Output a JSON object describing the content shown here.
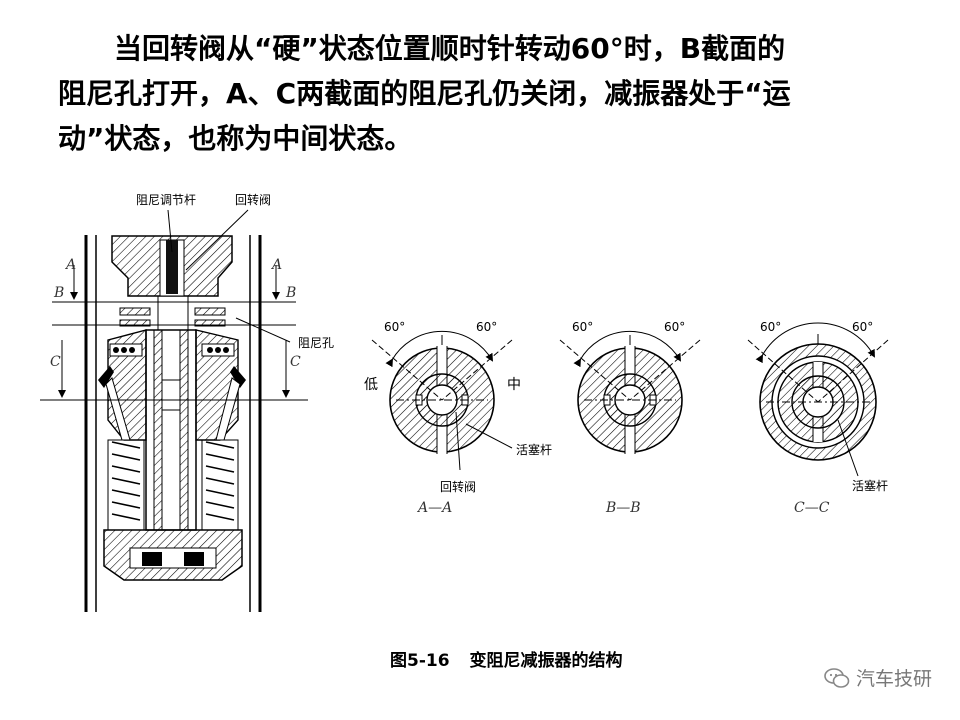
{
  "paragraph": {
    "line1": "当回转阀从“硬”状态位置顺时针转动60°时，B截面的",
    "line2": "阻尼孔打开，A、C两截面的阻尼孔仍关闭，减振器处于“运",
    "line3": "动”状态，也称为中间状态。"
  },
  "figure": {
    "labels": {
      "adjust_rod": "阻尼调节杆",
      "rotary_valve_top": "回转阀",
      "damping_hole": "阻尼孔",
      "low": "低",
      "mid": "中",
      "piston_rod_1": "活塞杆",
      "rotary_valve_bottom": "回转阀",
      "piston_rod_2": "活塞杆",
      "angle": "60°",
      "A": "A",
      "B": "B",
      "C": "C"
    },
    "sections": {
      "aa": "A—A",
      "bb": "B—B",
      "cc": "C—C"
    }
  },
  "caption": {
    "number": "图5-16",
    "title": "变阻尼减振器的结构"
  },
  "watermark": {
    "text": "汽车技研",
    "icon": "wechat-icon"
  }
}
